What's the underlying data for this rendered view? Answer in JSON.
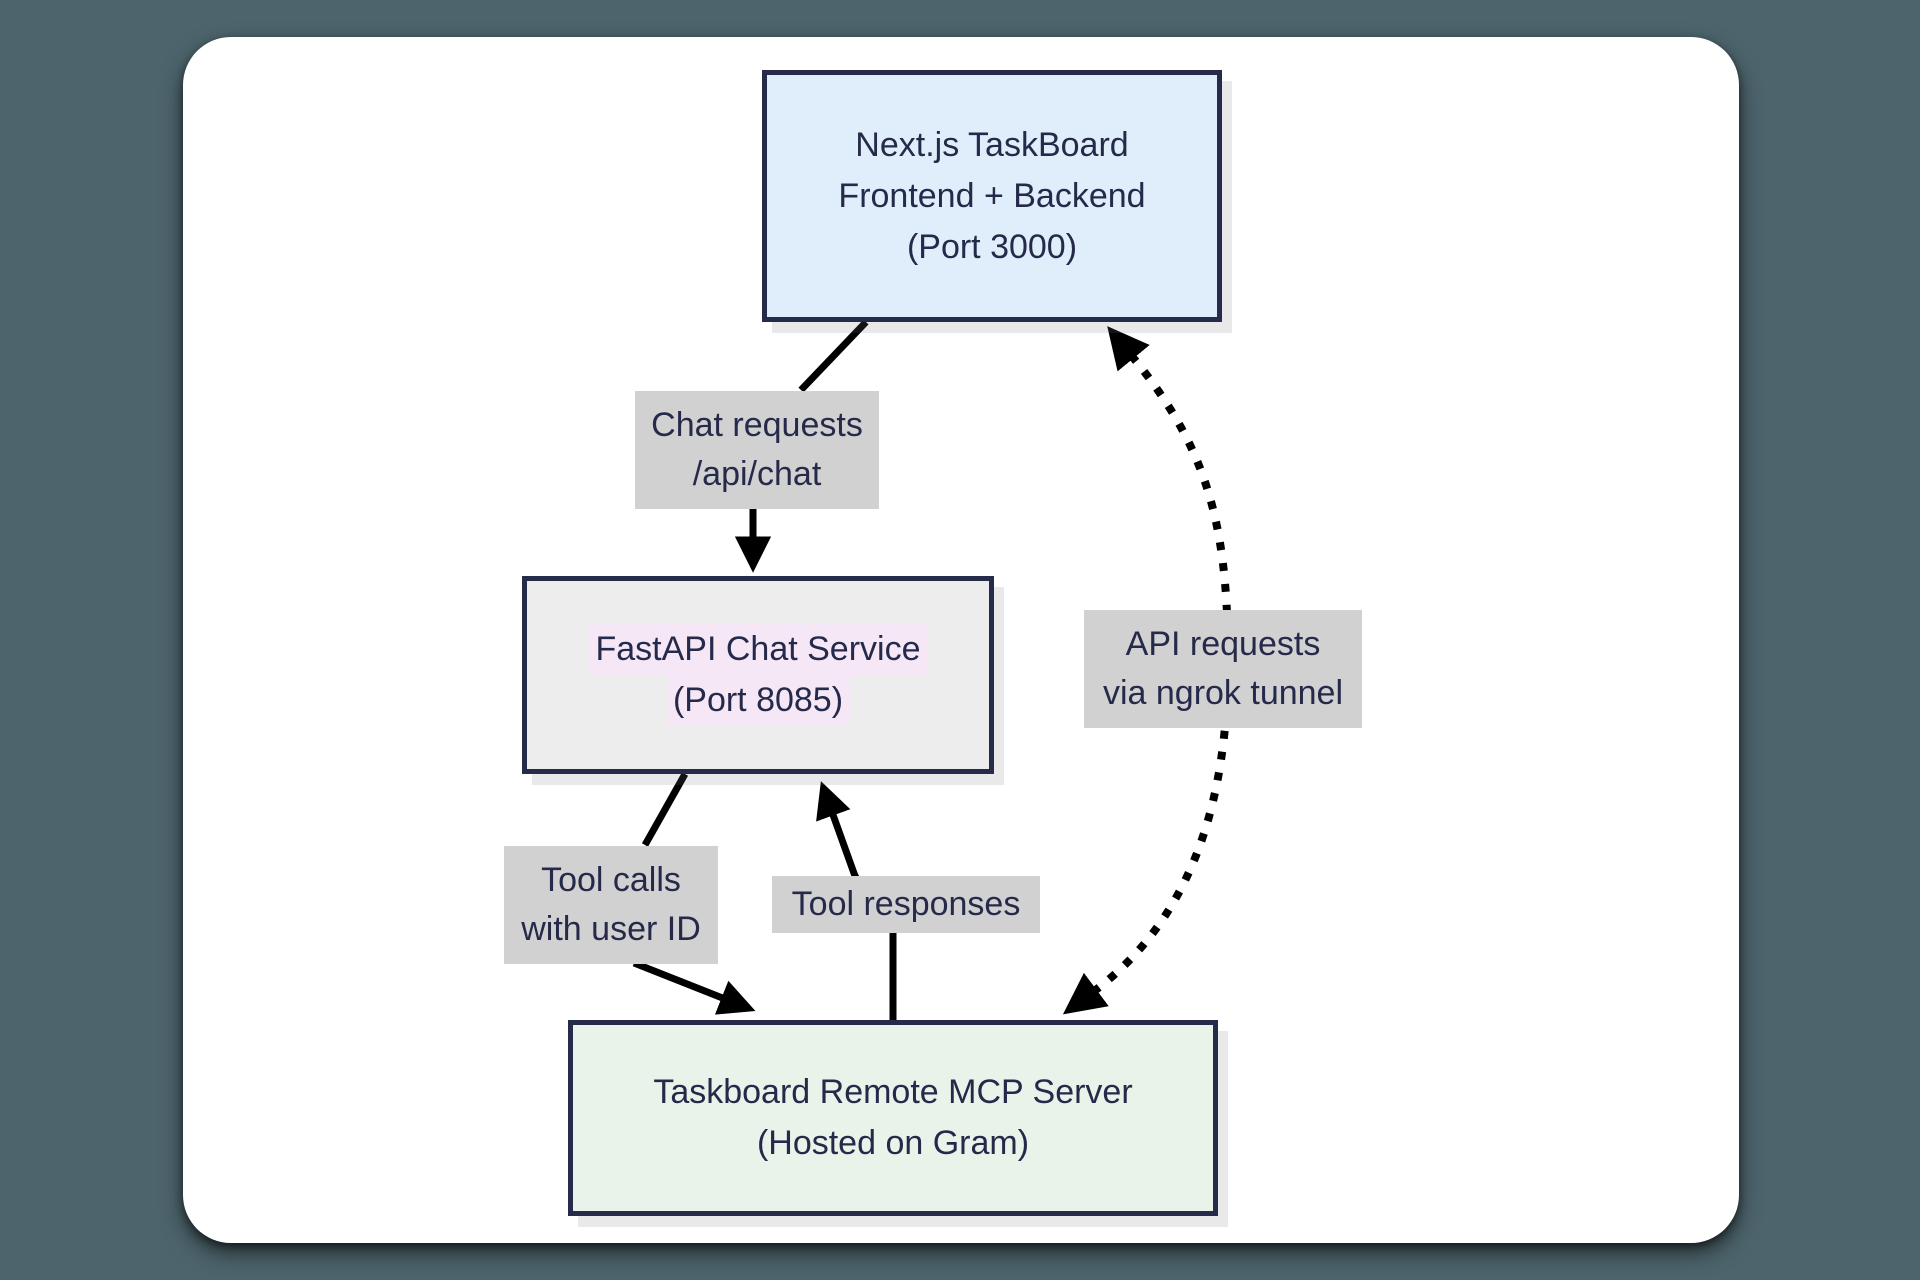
{
  "page": {
    "background_color": "#4d646c",
    "card_color": "#ffffff",
    "border_color": "#272b4a",
    "text_color": "#262a4a",
    "edge_label_background": "#d1d1d1",
    "edge_color": "#000000"
  },
  "diagram": {
    "nodes": {
      "nextjs": {
        "fill": "#e0eefc",
        "lines": [
          "Next.js TaskBoard",
          "Frontend + Backend",
          "(Port 3000)"
        ]
      },
      "fastapi": {
        "fill": "#ededed",
        "highlight": "#f5e7f6",
        "lines": [
          "FastAPI Chat Service",
          "(Port 8085)"
        ]
      },
      "mcp": {
        "fill": "#e8f3e9",
        "lines": [
          "Taskboard Remote MCP Server",
          "(Hosted on Gram)"
        ]
      }
    },
    "edge_labels": {
      "chat_requests": {
        "lines": [
          "Chat requests",
          "/api/chat"
        ]
      },
      "tool_calls": {
        "lines": [
          "Tool calls",
          "with user ID"
        ]
      },
      "tool_responses": {
        "lines": [
          "Tool responses"
        ]
      },
      "api_requests": {
        "lines": [
          "API requests",
          "via ngrok tunnel"
        ]
      }
    }
  }
}
